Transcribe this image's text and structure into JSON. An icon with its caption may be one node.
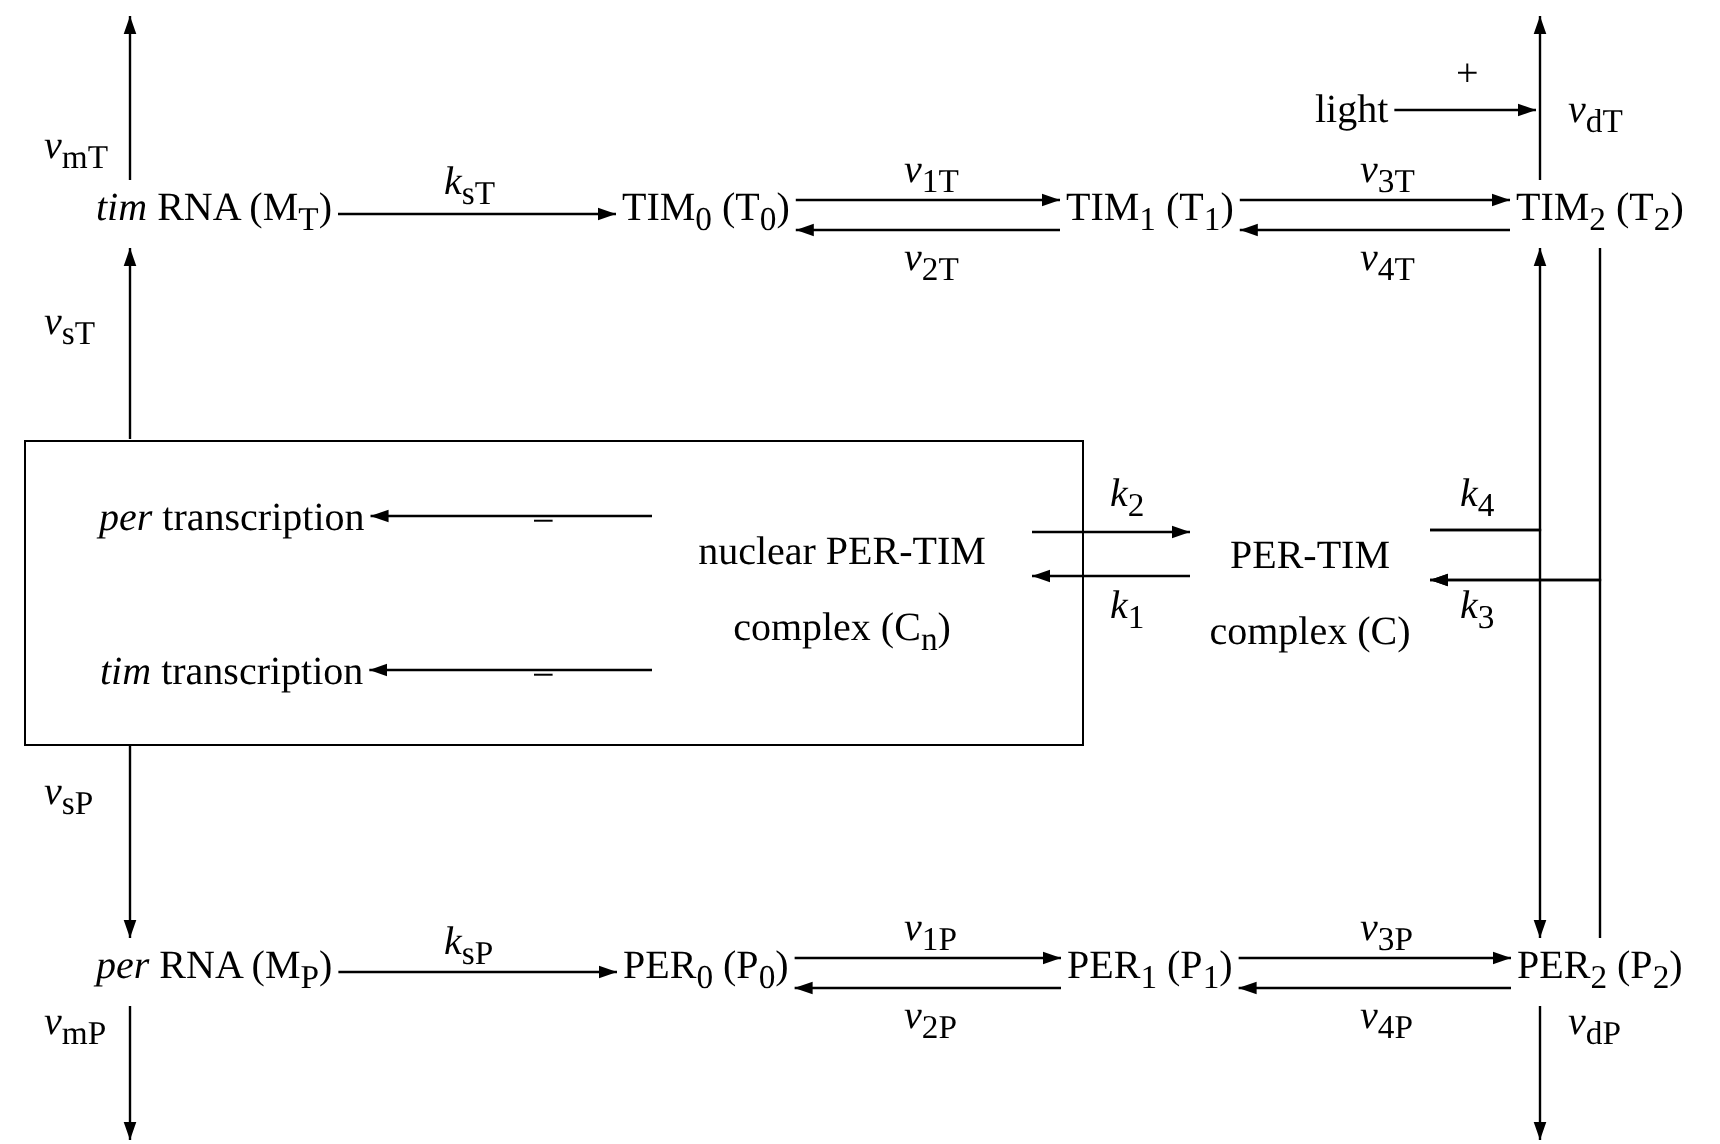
{
  "diagram": {
    "nodes": [
      {
        "text": [
          "*tim* RNA (M$_{T}$)"
        ]
      },
      {
        "text": [
          "TIM$_{0}$ (T$_{0}$)"
        ]
      },
      {
        "text": [
          "TIM$_{1}$ (T$_{1}$)"
        ]
      },
      {
        "text": [
          "TIM$_{2}$ (T$_{2}$)"
        ]
      },
      {
        "text": [
          "light"
        ]
      },
      {
        "text": [],
        "shape": "box"
      },
      {
        "text": [
          "*per* transcription"
        ],
        "in": 5
      },
      {
        "text": [
          "*tim* transcription"
        ],
        "in": 5
      },
      {
        "text": [
          "nuclear PER-TIM complex (C$_{n}$)"
        ],
        "in": 5
      },
      {
        "text": [
          "PER-TIM complex (C)"
        ]
      },
      {
        "text": [
          "*per* RNA (M$_{P}$)"
        ]
      },
      {
        "text": [
          "PER$_{0}$ (P$_{0}$)"
        ]
      },
      {
        "text": [
          "PER$_{1}$ (P$_{1}$)"
        ]
      },
      {
        "text": [
          "PER$_{2}$ (P$_{2}$)"
        ]
      }
    ],
    "edges": [
      {
        "from": 0,
        "to": null,
        "arrow": "to",
        "label": "*v*$_{mT}$"
      },
      {
        "from": 5,
        "to": 0,
        "arrow": "to",
        "label": "*v*$_{sT}$"
      },
      {
        "from": 0,
        "to": 1,
        "arrow": "to",
        "label": "*k*$_{sT}$"
      },
      {
        "from": 1,
        "to": 2,
        "arrow": "to",
        "label": "*v*$_{1T}$"
      },
      {
        "from": 2,
        "to": 1,
        "arrow": "to",
        "label": "*v*$_{2T}$"
      },
      {
        "from": 2,
        "to": 3,
        "arrow": "to",
        "label": "*v*$_{3T}$"
      },
      {
        "from": 3,
        "to": 2,
        "arrow": "to",
        "label": "*v*$_{4T}$"
      },
      {
        "from": 3,
        "to": null,
        "arrow": "to",
        "label": "*v*$_{dT}$"
      },
      {
        "from": 4,
        "to": null,
        "arrow": "to",
        "label": "+"
      },
      {
        "from": 8,
        "to": 6,
        "arrow": "to",
        "label": "−"
      },
      {
        "from": 8,
        "to": 7,
        "arrow": "to",
        "label": "−"
      },
      {
        "from": 8,
        "to": 9,
        "arrow": "to",
        "label": "*k*$_{2}$"
      },
      {
        "from": 9,
        "to": 8,
        "arrow": "to",
        "label": "*k*$_{1}$"
      },
      {
        "from": 9,
        "to": 3,
        "arrow": "to",
        "label": "*k*$_{4}$"
      },
      {
        "from": 9,
        "to": 13,
        "arrow": "to"
      },
      {
        "from": 3,
        "to": 9,
        "arrow": "to",
        "label": "*k*$_{3}$"
      },
      {
        "from": 13,
        "to": 9,
        "arrow": "to"
      },
      {
        "from": 5,
        "to": 10,
        "arrow": "to",
        "label": "*v*$_{sP}$"
      },
      {
        "from": 10,
        "to": 11,
        "arrow": "to",
        "label": "*k*$_{sP}$"
      },
      {
        "from": 11,
        "to": 12,
        "arrow": "to",
        "label": "*v*$_{1P}$"
      },
      {
        "from": 12,
        "to": 11,
        "arrow": "to",
        "label": "*v*$_{2P}$"
      },
      {
        "from": 12,
        "to": 13,
        "arrow": "to",
        "label": "*v*$_{3P}$"
      },
      {
        "from": 13,
        "to": 12,
        "arrow": "to",
        "label": "*v*$_{4P}$"
      },
      {
        "from": 10,
        "to": null,
        "arrow": "to",
        "label": "*v*$_{mP}$"
      },
      {
        "from": 13,
        "to": null,
        "arrow": "to",
        "label": "*v*$_{dP}$"
      }
    ]
  }
}
